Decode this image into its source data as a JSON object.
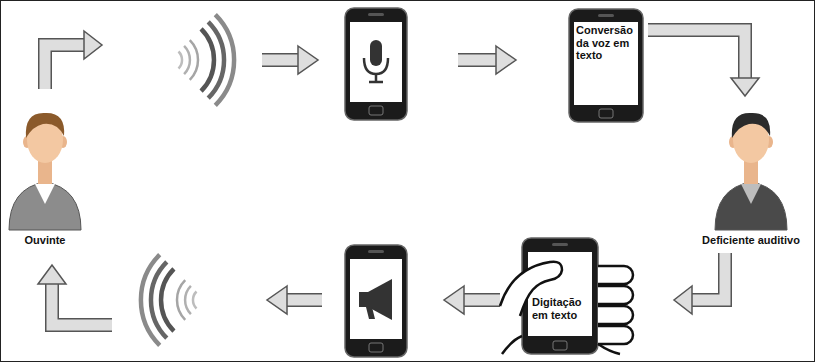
{
  "diagram": {
    "nodes": [
      {
        "text": [
          "Ouvinte"
        ]
      },
      {
        "text": [
          "Conversão da voz em texto"
        ]
      },
      {
        "text": [
          "Deficiente auditivo"
        ]
      },
      {
        "text": [
          "Digitação em texto"
        ]
      }
    ],
    "edges": [
      {
        "from": 1,
        "to": 2,
        "arrow": "to"
      },
      {
        "from": 2,
        "to": 3,
        "arrow": "to"
      }
    ]
  }
}
